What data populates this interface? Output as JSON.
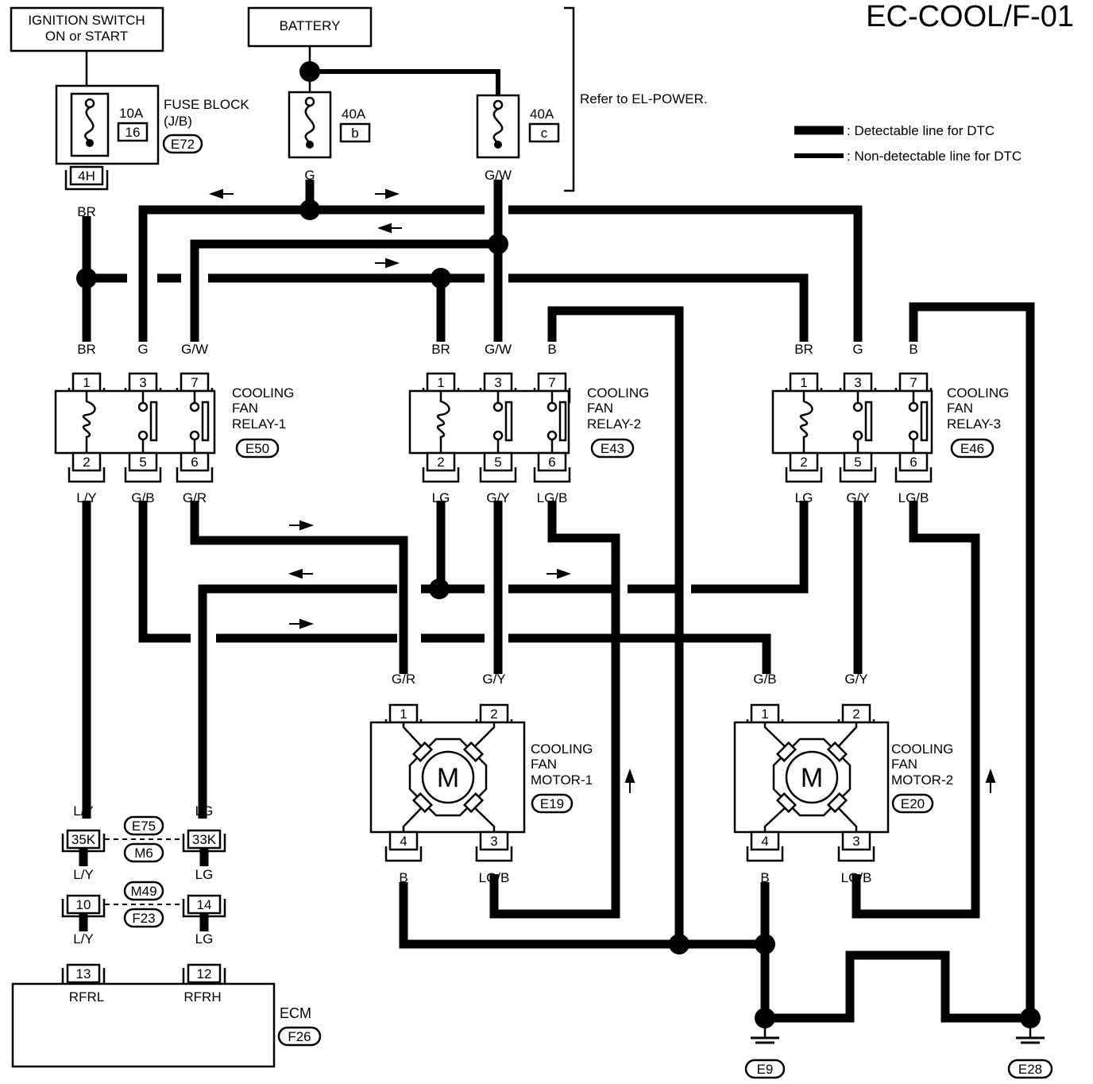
{
  "title": "EC-COOL/F-01",
  "ignition_box": {
    "line1": "IGNITION SWITCH",
    "line2": "ON or START"
  },
  "battery_box": "BATTERY",
  "fuse_block": {
    "amp": "10A",
    "num": "16",
    "label1": "FUSE BLOCK",
    "label2": "(J/B)",
    "connector": "E72",
    "terminal": "4H"
  },
  "fusible_links": [
    {
      "amp": "40A",
      "letter": "b",
      "wire": "G"
    },
    {
      "amp": "40A",
      "letter": "c",
      "wire": "G/W"
    }
  ],
  "refer_note": "Refer to EL-POWER.",
  "legend": {
    "detectable": ": Detectable line for DTC",
    "non_detectable": ": Non-detectable line for DTC"
  },
  "wire_br": "BR",
  "relays": [
    {
      "name1": "COOLING",
      "name2": "FAN",
      "name3": "RELAY-1",
      "connector": "E50",
      "top_pins": [
        "1",
        "3",
        "7"
      ],
      "top_wires": [
        "BR",
        "G",
        "G/W"
      ],
      "bottom_pins": [
        "2",
        "5",
        "6"
      ],
      "bottom_wires": [
        "L/Y",
        "G/B",
        "G/R"
      ]
    },
    {
      "name1": "COOLING",
      "name2": "FAN",
      "name3": "RELAY-2",
      "connector": "E43",
      "top_pins": [
        "1",
        "3",
        "7"
      ],
      "top_wires": [
        "BR",
        "G/W",
        "B"
      ],
      "bottom_pins": [
        "2",
        "5",
        "6"
      ],
      "bottom_wires": [
        "LG",
        "G/Y",
        "LG/B"
      ]
    },
    {
      "name1": "COOLING",
      "name2": "FAN",
      "name3": "RELAY-3",
      "connector": "E46",
      "top_pins": [
        "1",
        "3",
        "7"
      ],
      "top_wires": [
        "BR",
        "G",
        "B"
      ],
      "bottom_pins": [
        "2",
        "5",
        "6"
      ],
      "bottom_wires": [
        "LG",
        "G/Y",
        "LG/B"
      ]
    }
  ],
  "motors": [
    {
      "name1": "COOLING",
      "name2": "FAN",
      "name3": "MOTOR-1",
      "connector": "E19",
      "symbol": "M",
      "top_pins": [
        "1",
        "2"
      ],
      "top_wires": [
        "G/R",
        "G/Y"
      ],
      "bottom_pins": [
        "4",
        "3"
      ],
      "bottom_wires": [
        "B",
        "LG/B"
      ]
    },
    {
      "name1": "COOLING",
      "name2": "FAN",
      "name3": "MOTOR-2",
      "connector": "E20",
      "symbol": "M",
      "top_pins": [
        "1",
        "2"
      ],
      "top_wires": [
        "G/B",
        "G/Y"
      ],
      "bottom_pins": [
        "4",
        "3"
      ],
      "bottom_wires": [
        "B",
        "LG/B"
      ]
    }
  ],
  "connectors_left": {
    "row1": {
      "left_wire": "L/Y",
      "left_pin": "35K",
      "right_wire": "LG",
      "right_pin": "33K",
      "conn_top": "E75",
      "conn_bottom": "M6"
    },
    "row2": {
      "left_wire": "L/Y",
      "left_pin": "10",
      "right_wire": "LG",
      "right_pin": "14",
      "conn_top": "M49",
      "conn_bottom": "F23"
    },
    "row3": {
      "left_wire": "L/Y",
      "left_pin": "13",
      "right_wire": "LG",
      "right_pin": "12"
    }
  },
  "ecm": {
    "label": "ECM",
    "connector": "F26",
    "term1": "RFRL",
    "term2": "RFRH"
  },
  "grounds": {
    "wire_b": "B",
    "ground1": "E9",
    "ground2": "E28"
  }
}
